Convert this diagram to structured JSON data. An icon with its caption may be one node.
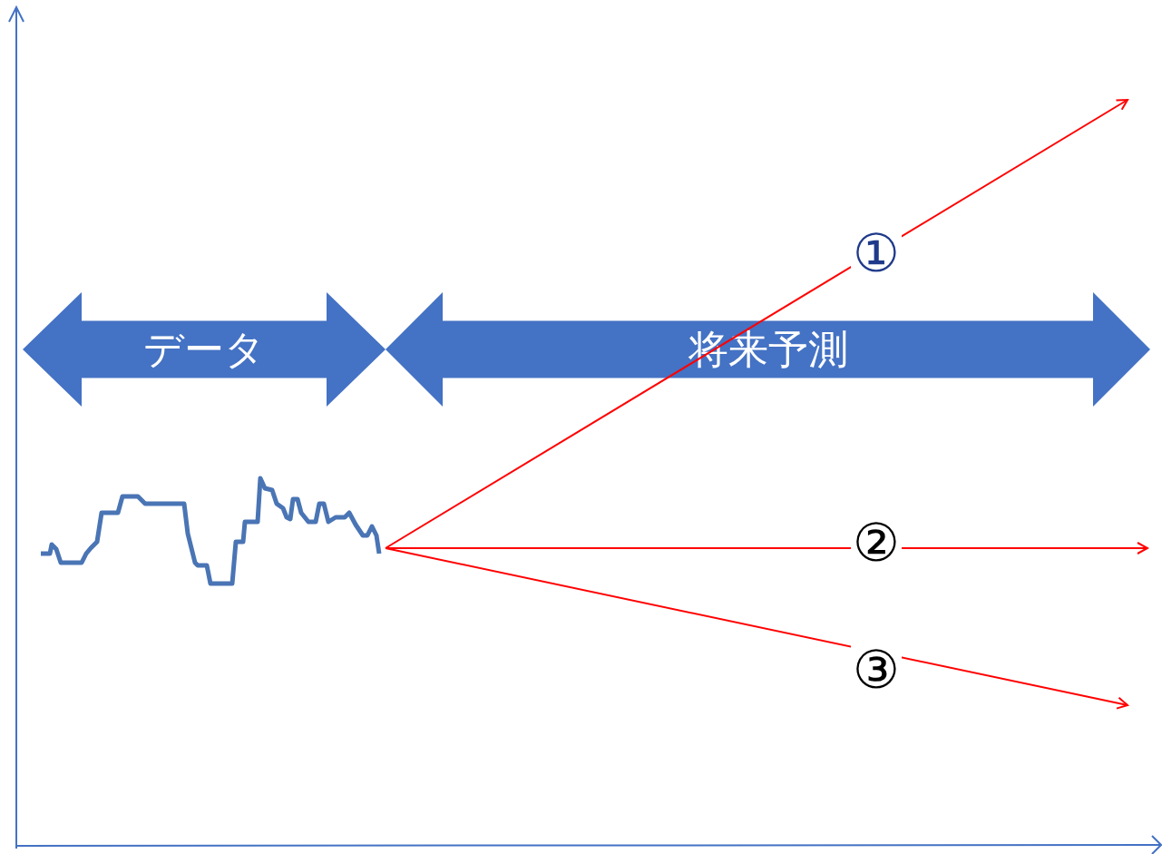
{
  "diagram": {
    "nodes": [
      {
        "text": [
          "データ"
        ]
      },
      {
        "text": [
          "将来予測"
        ]
      },
      {
        "text": [],
        "shape": "line"
      }
    ],
    "edges": [
      {
        "from": 2,
        "to": null,
        "arrow": "to",
        "label": "①"
      },
      {
        "from": 2,
        "to": null,
        "arrow": "to",
        "label": "②"
      },
      {
        "from": 2,
        "to": null,
        "arrow": "to",
        "label": "③"
      }
    ]
  }
}
